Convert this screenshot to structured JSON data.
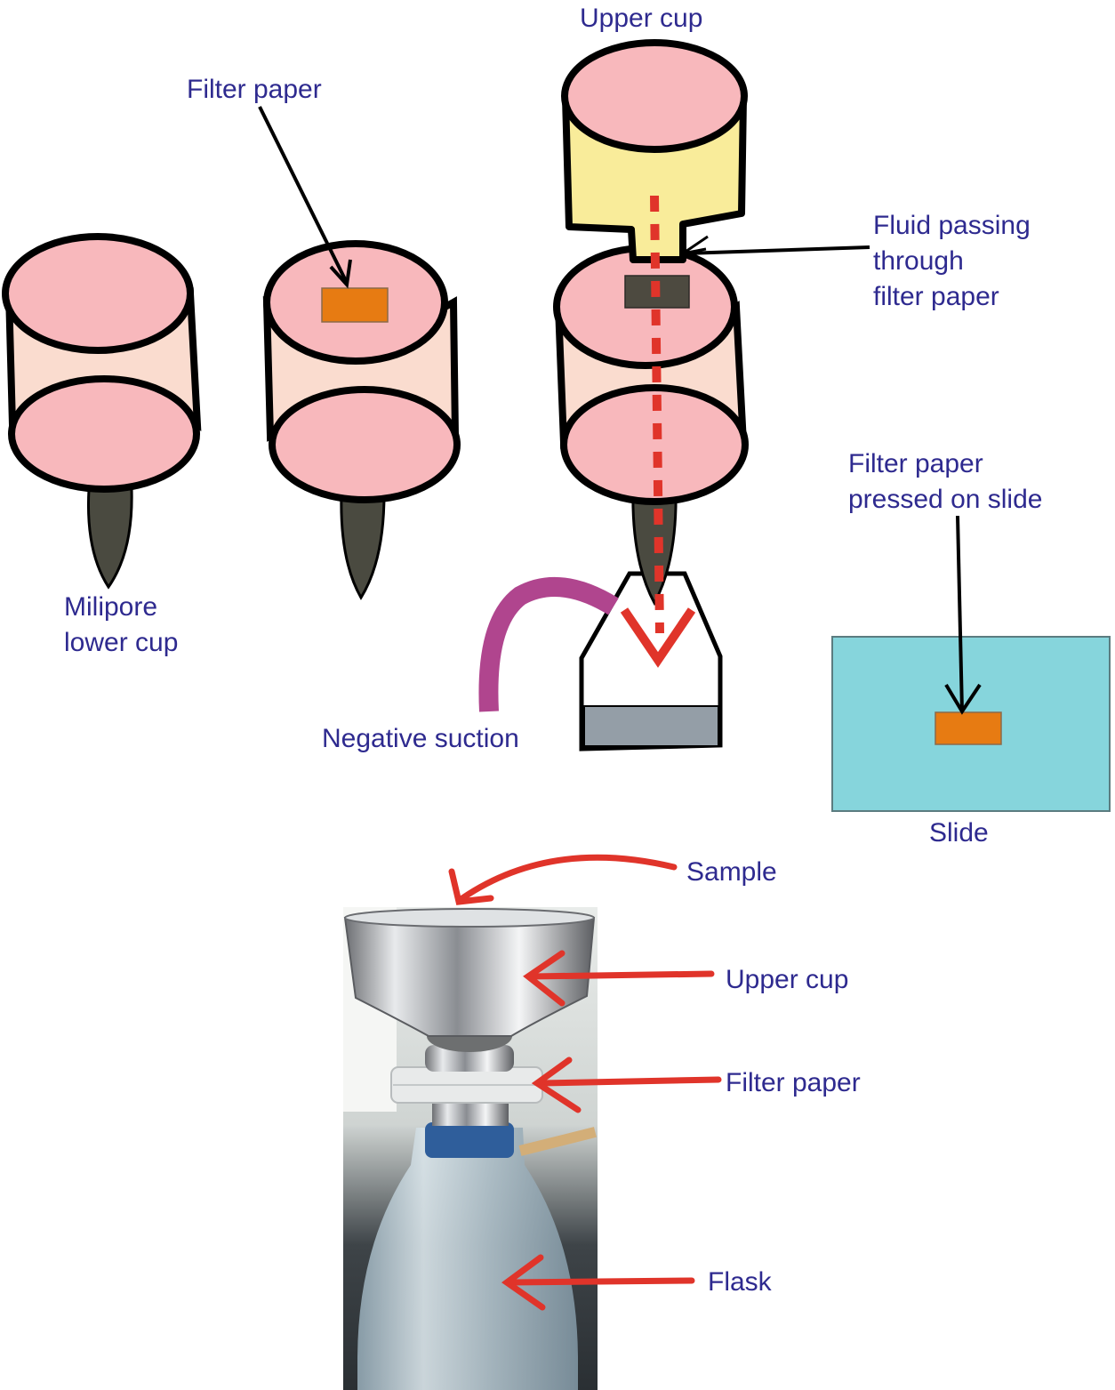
{
  "colors": {
    "label_text": "#2e2a8f",
    "cup_top": "#f8b8bc",
    "cup_body": "#fadccf",
    "stem": "#4a4a40",
    "filter_paper": "#e77b12",
    "filter_wet": "#4d4a40",
    "upper_cup_body": "#f9ec9a",
    "fluid_dots": "#e0342a",
    "suction_tube": "#b0458e",
    "flask_liquid": "#949ea7",
    "slide": "#86d5dc",
    "photo_arrow": "#e0342a"
  },
  "icons": {
    "lower_cup": "milipore-cup-shape",
    "slide": "glass-slide-shape",
    "photo": "filtration-apparatus-photo"
  },
  "labels": {
    "upper_cup_top": "Upper cup",
    "filter_paper_top": "Filter paper",
    "fluid_line1": "Fluid passing",
    "fluid_line2": "through",
    "fluid_line3": "filter paper",
    "milipore_line1": "Milipore",
    "milipore_line2": "lower cup",
    "negative_suction": "Negative suction",
    "pressed_line1": "Filter paper",
    "pressed_line2": "pressed on slide",
    "slide": "Slide"
  },
  "photo_labels": {
    "sample": "Sample",
    "upper_cup": "Upper cup",
    "filter_paper": "Filter paper",
    "flask": "Flask"
  }
}
